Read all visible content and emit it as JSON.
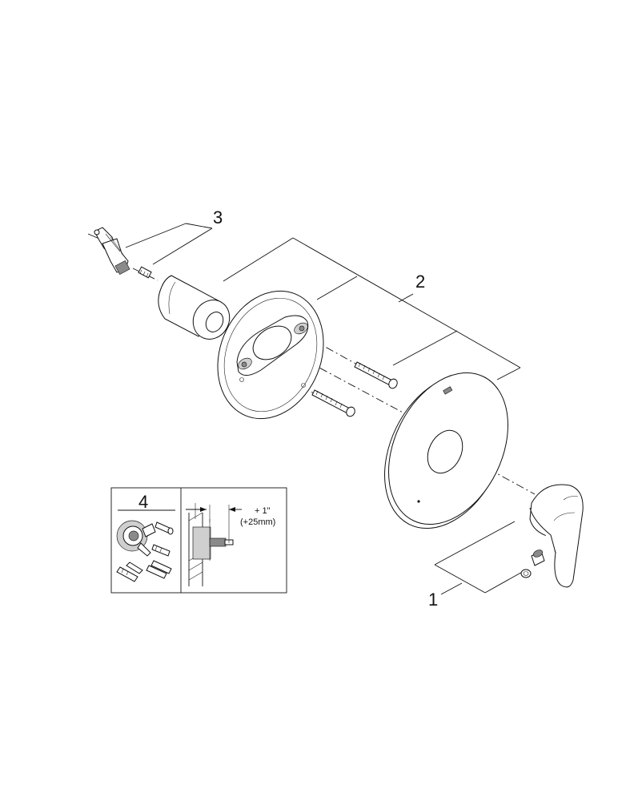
{
  "callouts": {
    "one": "1",
    "two": "2",
    "three": "3",
    "four": "4"
  },
  "inset": {
    "dim_top": "+ 1\"",
    "dim_bottom": "(+25mm)"
  }
}
